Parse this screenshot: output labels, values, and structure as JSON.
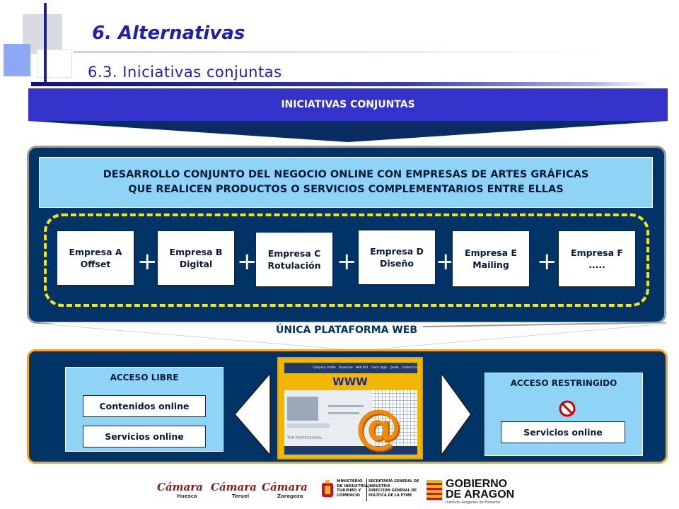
{
  "header": {
    "title": "6. Alternativas",
    "subtitle": "6.3. Iniciativas conjuntas"
  },
  "banner": {
    "label": "INICIATIVAS CONJUNTAS"
  },
  "desarrollo": {
    "line1": "DESARROLLO CONJUNTO DEL NEGOCIO ONLINE CON EMPRESAS DE ARTES GRÁFICAS",
    "line2": "QUE REALICEN PRODUCTOS O SERVICIOS COMPLEMENTARIOS ENTRE ELLAS"
  },
  "empresas": [
    {
      "name": "Empresa A",
      "desc": "Offset"
    },
    {
      "name": "Empresa B",
      "desc": "Digital"
    },
    {
      "name": "Empresa C",
      "desc": "Rotulación"
    },
    {
      "name": "Empresa D",
      "desc": "Diseño"
    },
    {
      "name": "Empresa E",
      "desc": "Mailing"
    },
    {
      "name": "Empresa F",
      "desc": "....."
    }
  ],
  "plus_symbol": "+",
  "plataforma": {
    "label": "ÚNICA PLATAFORMA WEB"
  },
  "acceso_libre": {
    "title": "ACCESO LIBRE",
    "item1": "Contenidos online",
    "item2": "Servicios online"
  },
  "acceso_restringido": {
    "title": "ACCESO RESTRINGIDO",
    "item1": "Servicios online",
    "icon": "prohibited-icon"
  },
  "screen": {
    "label": "WWW",
    "nav": [
      "Company Profile",
      "Showcase",
      "Web ROI",
      "Client Login",
      "Quote",
      "Contact Us"
    ],
    "footer_text": "THE PROFESSIONAL",
    "at_symbol": "@"
  },
  "logos": {
    "camara": "Cámara",
    "huesca": "Huesca",
    "teruel": "Teruel",
    "zaragoza": "Zaragoza",
    "ministerio": [
      "MINISTERIO",
      "DE INDUSTRIA,",
      "TURISMO Y",
      "COMERCIO"
    ],
    "secretaria": [
      "SECRETARÍA GENERAL DE",
      "INDUSTRIA"
    ],
    "direccion": [
      "DIRECCIÓN GENERAL DE",
      "POLÍTICA DE LA PYME"
    ],
    "gobierno1": "GOBIERNO",
    "gobierno2": "DE ARAGON",
    "instituto": "Instituto Aragonés de Fomento"
  },
  "colors": {
    "accent": "#3333cc",
    "panel": "#003366",
    "light": "#8fd3f7",
    "dash": "#ffe600",
    "orange": "#f4a62a"
  }
}
